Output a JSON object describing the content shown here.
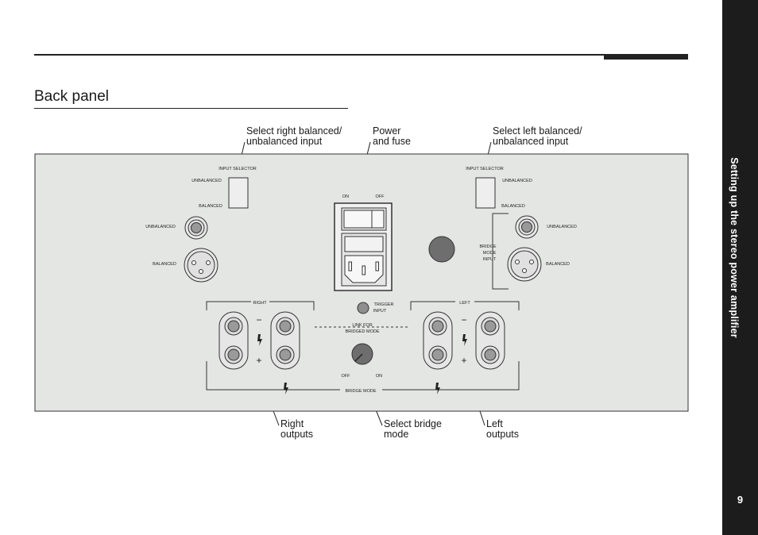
{
  "page": {
    "title": "Back panel",
    "section_title": "Setting up the stereo power amplifier",
    "page_number": "9"
  },
  "callouts": {
    "select_right": "Select right balanced/\nunbalanced input",
    "power": "Power\nand fuse",
    "select_left": "Select left balanced/\nunbalanced input",
    "right_outputs": "Right\noutputs",
    "select_bridge": "Select bridge\nmode",
    "left_outputs": "Left\noutputs"
  },
  "panel": {
    "input_selector": "INPUT SELECTOR",
    "unbalanced": "UNBALANCED",
    "balanced": "BALANCED",
    "on": "ON",
    "off": "OFF",
    "bridge_mode_input_1": "BRIDGE",
    "bridge_mode_input_2": "MODE",
    "bridge_mode_input_3": "INPUT",
    "right": "RIGHT",
    "left": "LEFT",
    "trigger_1": "TRIGGER",
    "trigger_2": "INPUT",
    "link_1": "LINK FOR",
    "link_2": "BRIDGED MODE",
    "bridge_mode": "BRIDGE MODE",
    "minus": "−",
    "plus": "+"
  },
  "colors": {
    "panel": "#e4e6e4",
    "terminal": "#9a9a9a",
    "knob": "#6e6e6e",
    "sidebar": "#1c1c1c"
  }
}
